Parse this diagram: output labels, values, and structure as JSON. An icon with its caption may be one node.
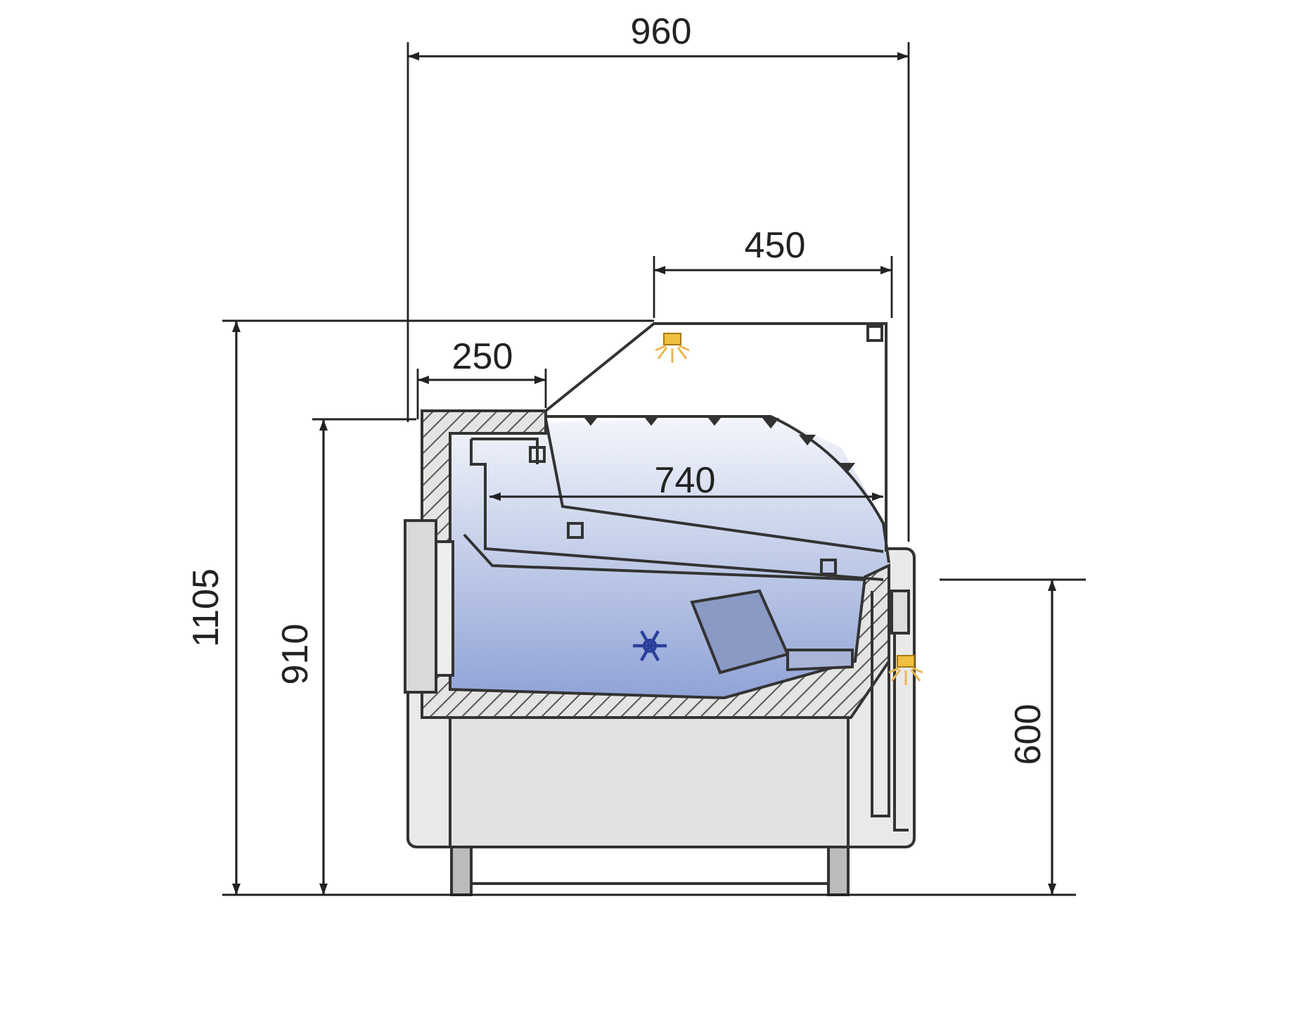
{
  "diagram": {
    "labels": [
      "960",
      "450",
      "250",
      "740",
      "1105",
      "910",
      "600"
    ]
  }
}
